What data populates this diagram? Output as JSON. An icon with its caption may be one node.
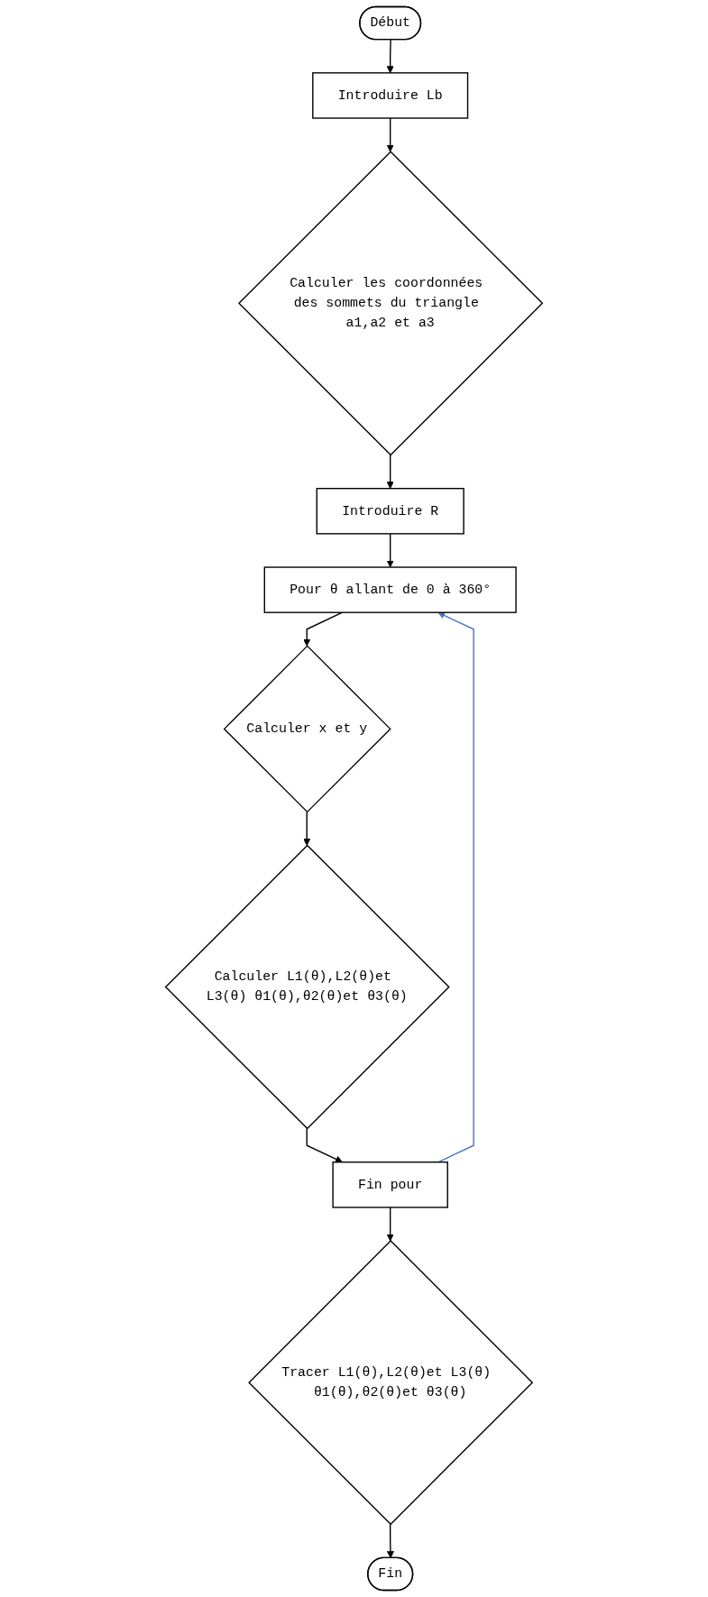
{
  "diagram": {
    "nodes": [
      {
        "text": [
          "Début"
        ]
      },
      {
        "text": [
          "Introduire Lb"
        ]
      },
      {
        "text": [
          "Calculer les coordonnées des sommets du triangle a1,a2 et a3"
        ]
      },
      {
        "text": [
          "Introduire R"
        ]
      },
      {
        "text": [
          "Pour θ allant de 0 à 360°"
        ]
      },
      {
        "text": [
          "Calculer x et y"
        ]
      },
      {
        "text": [
          "Calculer L1(θ),L2(θ)et L3(θ) θ1(θ),θ2(θ)et θ3(θ)"
        ]
      },
      {
        "text": [
          "Fin pour"
        ]
      },
      {
        "text": [
          "Tracer L1(θ),L2(θ)et L3(θ) θ1(θ),θ2(θ)et θ3(θ)"
        ]
      },
      {
        "text": [
          "Fin"
        ]
      }
    ],
    "edges": [
      {
        "from": 0,
        "to": 1,
        "arrow": "to"
      },
      {
        "from": 1,
        "to": 2,
        "arrow": "to"
      },
      {
        "from": 2,
        "to": 3,
        "arrow": "to"
      },
      {
        "from": 3,
        "to": 4,
        "arrow": "to"
      },
      {
        "from": 4,
        "to": 5,
        "arrow": "to"
      },
      {
        "from": 5,
        "to": 6,
        "arrow": "to"
      },
      {
        "from": 6,
        "to": 7,
        "arrow": "to"
      },
      {
        "from": 7,
        "to": 4,
        "arrow": "to",
        "color": "#4472c4"
      },
      {
        "from": 7,
        "to": 8,
        "arrow": "to"
      },
      {
        "from": 8,
        "to": 9,
        "arrow": "to"
      }
    ]
  }
}
